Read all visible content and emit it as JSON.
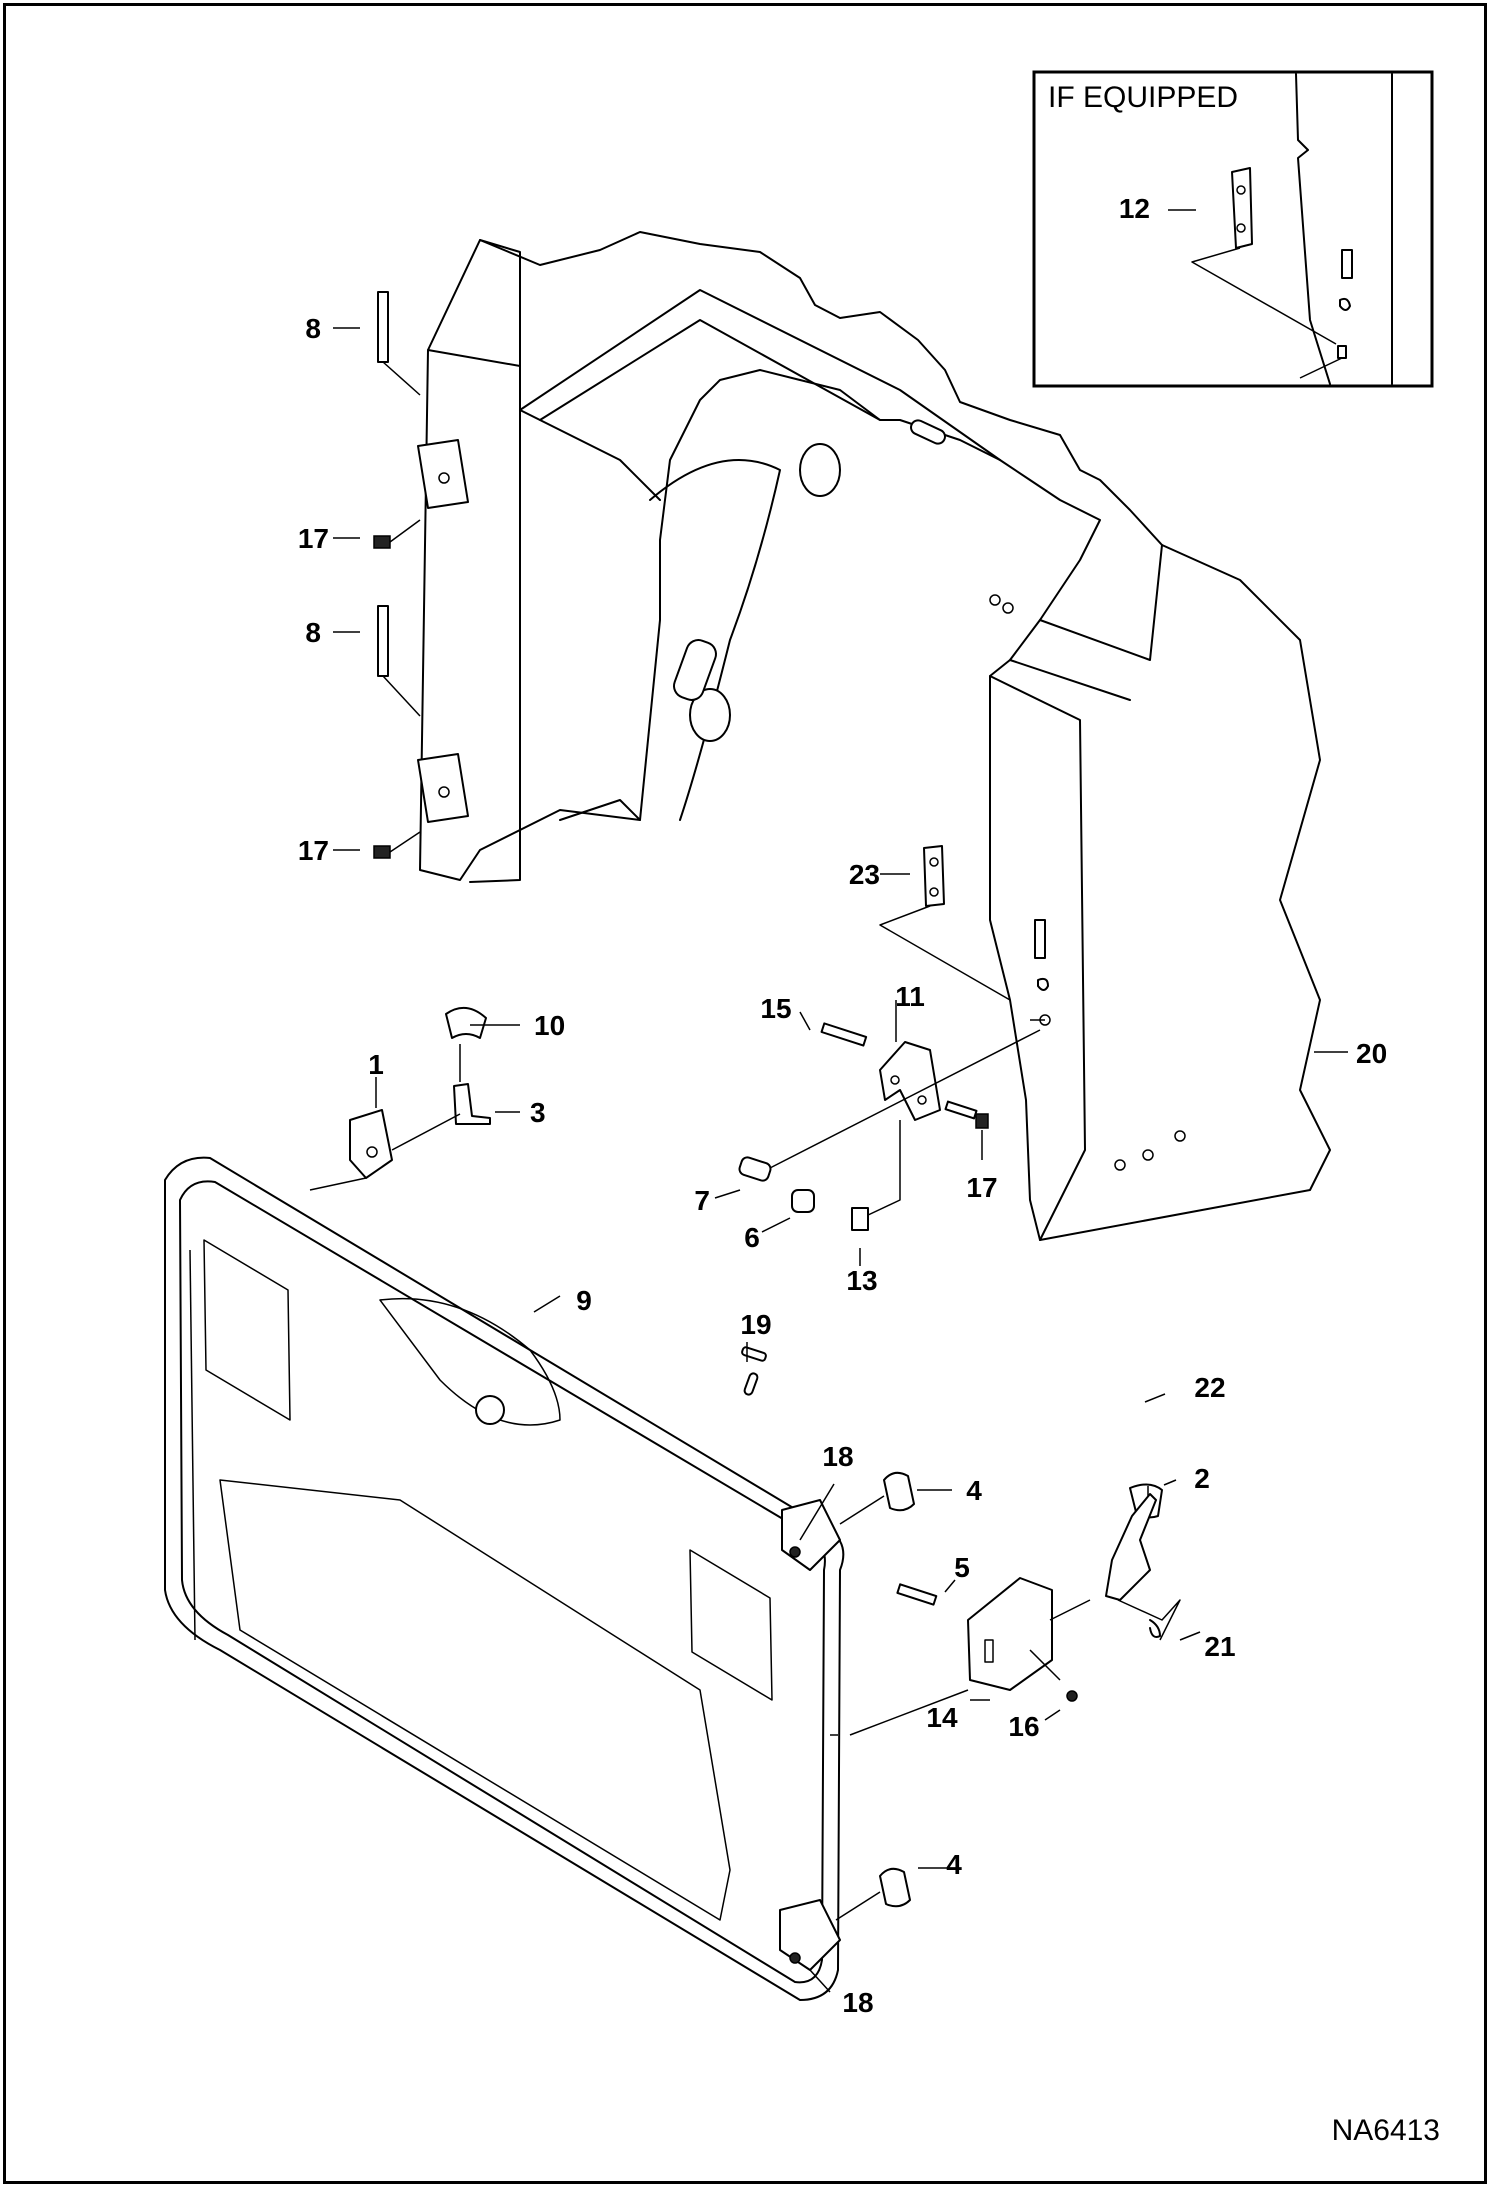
{
  "inset": {
    "title": "IF EQUIPPED",
    "callouts": [
      "12"
    ]
  },
  "callouts": [
    "1",
    "2",
    "3",
    "4",
    "4",
    "5",
    "6",
    "7",
    "8",
    "8",
    "9",
    "10",
    "11",
    "13",
    "14",
    "15",
    "16",
    "17",
    "17",
    "17",
    "18",
    "18",
    "19",
    "20",
    "21",
    "22",
    "23"
  ],
  "drawing_number": "NA6413"
}
